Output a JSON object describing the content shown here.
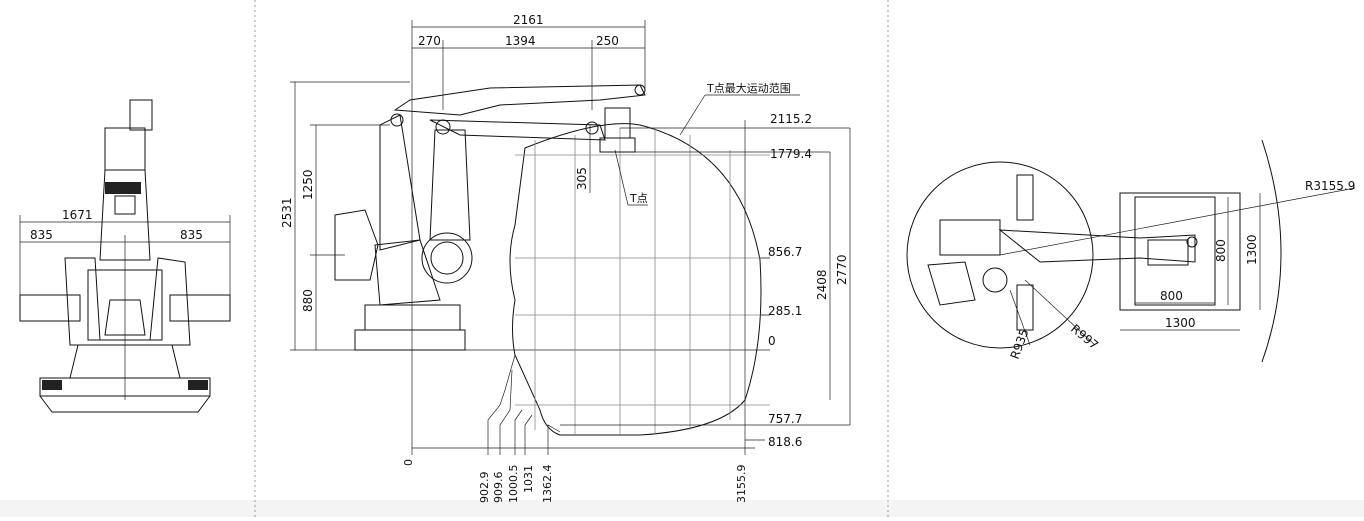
{
  "front_view": {
    "overall_width": "1671",
    "half_left": "835",
    "half_right": "835"
  },
  "side_view": {
    "top_dims": [
      "2161",
      "270",
      "1394",
      "250"
    ],
    "left_dims": {
      "total": "2531",
      "upper": "1250",
      "lower": "880",
      "arm": "305"
    },
    "right_dims": {
      "h1": "2408",
      "h2": "2770"
    },
    "levels": [
      "2115.2",
      "1779.4",
      "856.7",
      "285.1",
      "0",
      "757.7",
      "818.6"
    ],
    "bottom_dims": [
      "0",
      "902.9",
      "909.6",
      "1000.5",
      "1031",
      "1362.4",
      "3155.9"
    ],
    "t_point_range_label": "T点最大运动范围",
    "t_point_label": "T点"
  },
  "top_view": {
    "reach_radius": "R3155.9",
    "base_radius_1": "R997",
    "base_radius_2": "R935",
    "inner_w": "800",
    "inner_h": "800",
    "outer_w": "1300",
    "outer_h": "1300"
  }
}
